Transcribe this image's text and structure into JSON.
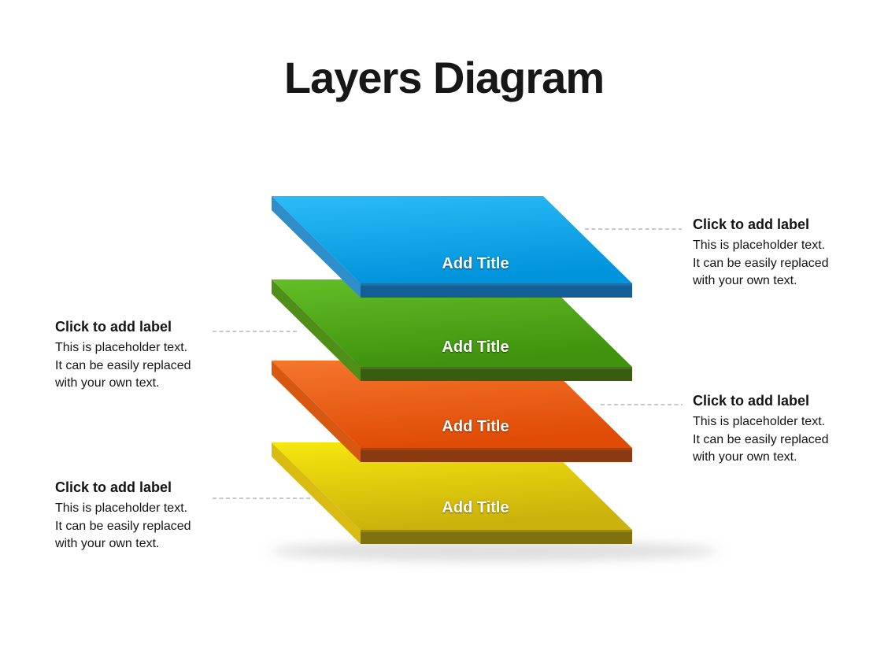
{
  "slide": {
    "title": "Layers Diagram"
  },
  "ui": {
    "leader_color": "#a6a6a6",
    "title_color": "#171717",
    "body_text_color": "#141414",
    "label_text_color": "#ffffff",
    "shadow_color": "#bfbfbf"
  },
  "layers": [
    {
      "label": "Add Title",
      "top_light": "#2cbcf8",
      "top_dark": "#0094dc",
      "side": "#2e8ec9",
      "front": "#135e97",
      "front_top": "#1d6fa8"
    },
    {
      "label": "Add Title",
      "top_light": "#63be27",
      "top_dark": "#3f930e",
      "side": "#4f8f17",
      "front": "#395d10",
      "front_top": "#47741a"
    },
    {
      "label": "Add Title",
      "top_light": "#f5762e",
      "top_dark": "#e04c05",
      "side": "#d75811",
      "front": "#8b3910",
      "front_top": "#a44413"
    },
    {
      "label": "Add Title",
      "top_light": "#f6e70e",
      "top_dark": "#cbb20c",
      "side": "#d8bc12",
      "front": "#7e7110",
      "front_top": "#978811"
    }
  ],
  "callouts": [
    {
      "id": "right-top",
      "title": "Click to add label",
      "line1": "This is placeholder text.",
      "line2": "It can be easily replaced",
      "line3": "with your own text."
    },
    {
      "id": "left-middle",
      "title": "Click to add label",
      "line1": "This is placeholder text.",
      "line2": "It can be easily replaced",
      "line3": "with your own text."
    },
    {
      "id": "right-middle",
      "title": "Click to add label",
      "line1": "This is placeholder text.",
      "line2": "It can be easily replaced",
      "line3": "with your own text."
    },
    {
      "id": "left-bottom",
      "title": "Click to add label",
      "line1": "This is placeholder text.",
      "line2": "It can be easily replaced",
      "line3": "with your own text."
    }
  ]
}
